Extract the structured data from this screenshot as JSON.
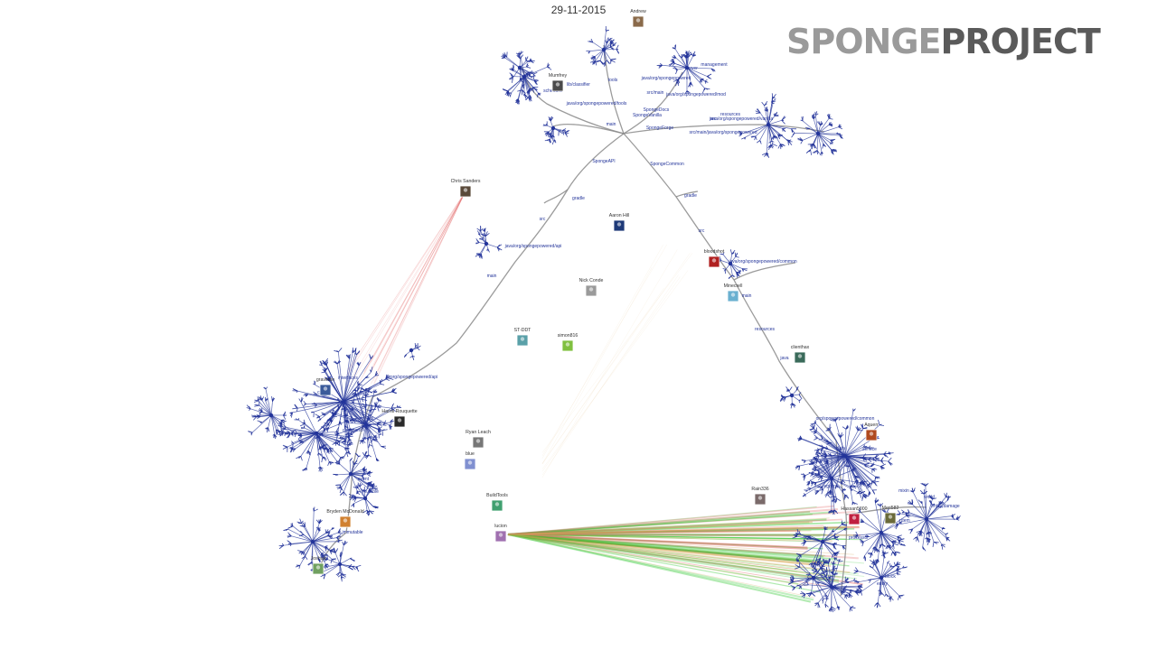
{
  "date": "29-11-2015",
  "logo": {
    "part1": "SPONGE",
    "part2": "PROJECT",
    "colors": {
      "part1": "#9a9a9a",
      "part2": "#5a5a5a"
    }
  },
  "colors": {
    "tree_edge": "#23349a",
    "branch": "#8a8a8a",
    "trail_green": "#22c422",
    "trail_red": "#e46a6a",
    "trail_orange": "#d9a85a"
  },
  "users": [
    {
      "name": "Andrew",
      "icon": "user-avatar-icon"
    },
    {
      "name": "Chris Sanders",
      "icon": "user-avatar-icon"
    },
    {
      "name": "Aaron Hill",
      "icon": "user-avatar-icon"
    },
    {
      "name": "Nick Conde",
      "icon": "user-avatar-icon"
    },
    {
      "name": "ST-DDT",
      "icon": "user-avatar-icon"
    },
    {
      "name": "simon816",
      "icon": "user-avatar-icon"
    },
    {
      "name": "bloodshot",
      "icon": "user-avatar-icon"
    },
    {
      "name": "Minecrell",
      "icon": "user-avatar-icon"
    },
    {
      "name": "clienthax",
      "icon": "user-avatar-icon"
    },
    {
      "name": "Ryan Leach",
      "icon": "user-avatar-icon"
    },
    {
      "name": "BuildTools",
      "icon": "user-avatar-icon"
    },
    {
      "name": "lucion",
      "icon": "user-avatar-icon"
    },
    {
      "name": "Rain336",
      "icon": "user-avatar-icon"
    },
    {
      "name": "Hassan5000",
      "icon": "user-avatar-icon"
    },
    {
      "name": "Meri582",
      "icon": "user-avatar-icon"
    },
    {
      "name": "Bryden McDonald",
      "icon": "user-avatar-icon"
    },
    {
      "name": "Harris Rouquette",
      "icon": "user-avatar-icon"
    },
    {
      "name": "gravitron",
      "icon": "user-avatar-icon"
    },
    {
      "name": "blue",
      "icon": "user-avatar-icon"
    },
    {
      "name": "Aquerr",
      "icon": "user-avatar-icon"
    },
    {
      "name": "Mumfrey",
      "icon": "user-avatar-icon"
    },
    {
      "name": "Joshua",
      "icon": "user-avatar-icon"
    }
  ],
  "dirs": [
    {
      "text": "SpongeAPI"
    },
    {
      "text": "SpongeCommon"
    },
    {
      "text": "gradle"
    },
    {
      "text": "gradle"
    },
    {
      "text": "src"
    },
    {
      "text": "src"
    },
    {
      "text": "main"
    },
    {
      "text": "main"
    },
    {
      "text": "main"
    },
    {
      "text": "resources"
    },
    {
      "text": "java"
    },
    {
      "text": "java/org/spongepowered/api"
    },
    {
      "text": "org/spongepowered/api"
    },
    {
      "text": "java/org/spongepowered/common"
    },
    {
      "text": "org/spongepowered/common"
    },
    {
      "text": "SpongeForge"
    },
    {
      "text": "SpongeVanilla"
    },
    {
      "text": "SpongeDocs"
    },
    {
      "text": "src/main"
    },
    {
      "text": "java/org/spongepowered"
    },
    {
      "text": "src/main/java/org/spongepowered"
    },
    {
      "text": "java/org/spongepowered/mod"
    },
    {
      "text": "management"
    },
    {
      "text": "server"
    },
    {
      "text": "src"
    },
    {
      "text": "resources"
    },
    {
      "text": "java/org/spongepowered/vanilla"
    },
    {
      "text": "java/org/spongepowered/tools"
    },
    {
      "text": "tools"
    },
    {
      "text": "lib/classifier"
    },
    {
      "text": "immutable"
    },
    {
      "text": "mutable"
    },
    {
      "text": "entity"
    },
    {
      "text": "block"
    },
    {
      "text": "processor"
    },
    {
      "text": "item"
    },
    {
      "text": "entity/damage"
    },
    {
      "text": "world"
    },
    {
      "text": "event"
    },
    {
      "text": "command"
    },
    {
      "text": "registry"
    },
    {
      "text": "service"
    },
    {
      "text": "data"
    },
    {
      "text": "util"
    },
    {
      "text": "interfaces"
    },
    {
      "text": "mixin"
    },
    {
      "text": "core"
    },
    {
      "text": "scheduler"
    }
  ]
}
